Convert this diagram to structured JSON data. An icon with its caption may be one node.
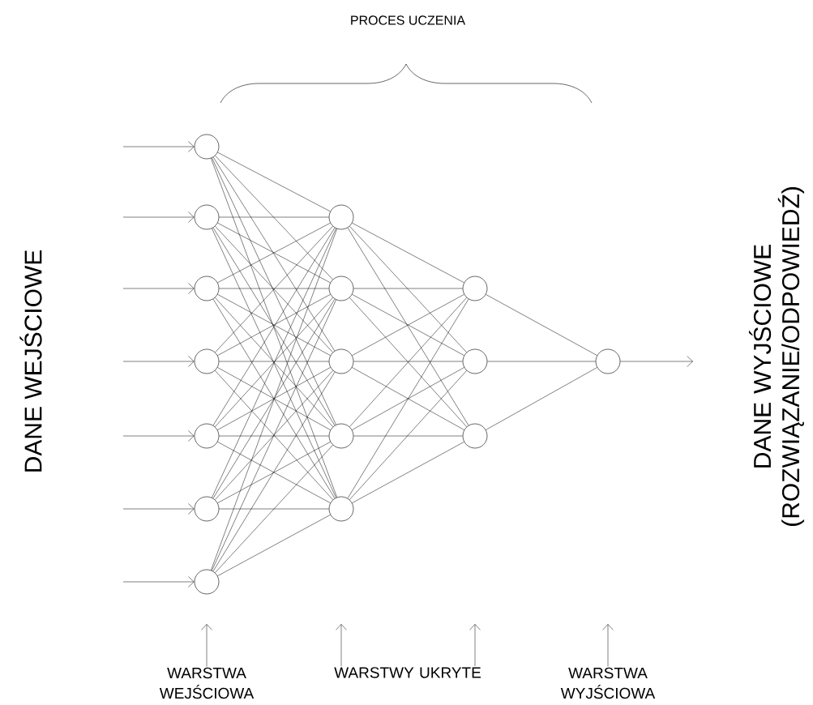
{
  "diagram": {
    "nodes": [
      {
        "text": [],
        "shape": "circle"
      },
      {
        "text": [],
        "shape": "circle"
      },
      {
        "text": [],
        "shape": "circle"
      },
      {
        "text": [],
        "shape": "circle"
      },
      {
        "text": [],
        "shape": "circle"
      },
      {
        "text": [],
        "shape": "circle"
      },
      {
        "text": [],
        "shape": "circle"
      },
      {
        "text": [],
        "shape": "circle"
      },
      {
        "text": [],
        "shape": "circle"
      },
      {
        "text": [],
        "shape": "circle"
      },
      {
        "text": [],
        "shape": "circle"
      },
      {
        "text": [],
        "shape": "circle"
      },
      {
        "text": [],
        "shape": "circle"
      },
      {
        "text": [],
        "shape": "circle"
      },
      {
        "text": [],
        "shape": "circle"
      },
      {
        "text": [],
        "shape": "circle"
      },
      {
        "text": [
          "WARSTWA WEJŚCIOWA"
        ]
      },
      {
        "text": [
          "WARSTWY UKRYTE"
        ]
      },
      {
        "text": [
          "WARSTWA WYJŚCIOWA"
        ]
      }
    ],
    "edges": [
      {
        "from": null,
        "to": 0,
        "arrow": "to"
      },
      {
        "from": null,
        "to": 1,
        "arrow": "to"
      },
      {
        "from": null,
        "to": 2,
        "arrow": "to"
      },
      {
        "from": null,
        "to": 3,
        "arrow": "to"
      },
      {
        "from": null,
        "to": 4,
        "arrow": "to"
      },
      {
        "from": null,
        "to": 5,
        "arrow": "to"
      },
      {
        "from": null,
        "to": 6,
        "arrow": "to"
      },
      {
        "from": 0,
        "to": 7,
        "arrow": "none"
      },
      {
        "from": 0,
        "to": 8,
        "arrow": "none"
      },
      {
        "from": 0,
        "to": 9,
        "arrow": "none"
      },
      {
        "from": 0,
        "to": 10,
        "arrow": "none"
      },
      {
        "from": 0,
        "to": 11,
        "arrow": "none"
      },
      {
        "from": 1,
        "to": 7,
        "arrow": "none"
      },
      {
        "from": 1,
        "to": 8,
        "arrow": "none"
      },
      {
        "from": 1,
        "to": 9,
        "arrow": "none"
      },
      {
        "from": 1,
        "to": 10,
        "arrow": "none"
      },
      {
        "from": 1,
        "to": 11,
        "arrow": "none"
      },
      {
        "from": 2,
        "to": 7,
        "arrow": "none"
      },
      {
        "from": 2,
        "to": 8,
        "arrow": "none"
      },
      {
        "from": 2,
        "to": 9,
        "arrow": "none"
      },
      {
        "from": 2,
        "to": 10,
        "arrow": "none"
      },
      {
        "from": 2,
        "to": 11,
        "arrow": "none"
      },
      {
        "from": 3,
        "to": 7,
        "arrow": "none"
      },
      {
        "from": 3,
        "to": 8,
        "arrow": "none"
      },
      {
        "from": 3,
        "to": 9,
        "arrow": "none"
      },
      {
        "from": 3,
        "to": 10,
        "arrow": "none"
      },
      {
        "from": 3,
        "to": 11,
        "arrow": "none"
      },
      {
        "from": 4,
        "to": 7,
        "arrow": "none"
      },
      {
        "from": 4,
        "to": 8,
        "arrow": "none"
      },
      {
        "from": 4,
        "to": 9,
        "arrow": "none"
      },
      {
        "from": 4,
        "to": 10,
        "arrow": "none"
      },
      {
        "from": 4,
        "to": 11,
        "arrow": "none"
      },
      {
        "from": 5,
        "to": 7,
        "arrow": "none"
      },
      {
        "from": 5,
        "to": 8,
        "arrow": "none"
      },
      {
        "from": 5,
        "to": 9,
        "arrow": "none"
      },
      {
        "from": 5,
        "to": 10,
        "arrow": "none"
      },
      {
        "from": 5,
        "to": 11,
        "arrow": "none"
      },
      {
        "from": 6,
        "to": 7,
        "arrow": "none"
      },
      {
        "from": 6,
        "to": 8,
        "arrow": "none"
      },
      {
        "from": 6,
        "to": 9,
        "arrow": "none"
      },
      {
        "from": 6,
        "to": 10,
        "arrow": "none"
      },
      {
        "from": 6,
        "to": 11,
        "arrow": "none"
      },
      {
        "from": 7,
        "to": 12,
        "arrow": "none"
      },
      {
        "from": 7,
        "to": 13,
        "arrow": "none"
      },
      {
        "from": 7,
        "to": 14,
        "arrow": "none"
      },
      {
        "from": 8,
        "to": 12,
        "arrow": "none"
      },
      {
        "from": 8,
        "to": 13,
        "arrow": "none"
      },
      {
        "from": 8,
        "to": 14,
        "arrow": "none"
      },
      {
        "from": 9,
        "to": 12,
        "arrow": "none"
      },
      {
        "from": 9,
        "to": 13,
        "arrow": "none"
      },
      {
        "from": 9,
        "to": 14,
        "arrow": "none"
      },
      {
        "from": 10,
        "to": 12,
        "arrow": "none"
      },
      {
        "from": 10,
        "to": 13,
        "arrow": "none"
      },
      {
        "from": 10,
        "to": 14,
        "arrow": "none"
      },
      {
        "from": 11,
        "to": 12,
        "arrow": "none"
      },
      {
        "from": 11,
        "to": 13,
        "arrow": "none"
      },
      {
        "from": 11,
        "to": 14,
        "arrow": "none"
      },
      {
        "from": 12,
        "to": 15,
        "arrow": "none"
      },
      {
        "from": 13,
        "to": 15,
        "arrow": "none"
      },
      {
        "from": 14,
        "to": 15,
        "arrow": "none"
      },
      {
        "from": 15,
        "to": null,
        "arrow": "to"
      },
      {
        "from": 16,
        "to": null,
        "arrow": "to"
      },
      {
        "from": 17,
        "to": null,
        "arrow": "to"
      },
      {
        "from": 17,
        "to": null,
        "arrow": "to"
      },
      {
        "from": 18,
        "to": null,
        "arrow": "to"
      }
    ],
    "labels": [
      "PROCES UCZENIA",
      "DANE WEJŚCIOWE",
      "DANE WYJŚCIOWE (ROZWIĄZANIE/ODPOWIEDŹ)"
    ]
  }
}
